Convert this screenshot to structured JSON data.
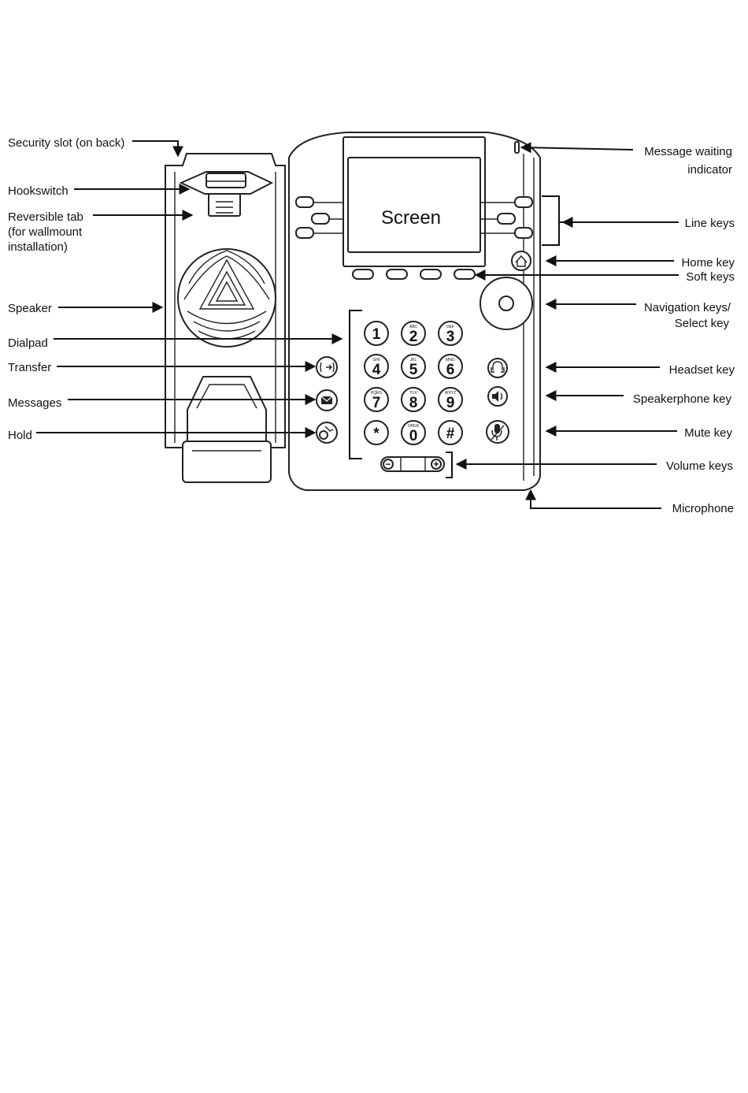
{
  "screen_label": "Screen",
  "labels": {
    "security_slot": "Security slot (on back)",
    "hookswitch": "Hookswitch",
    "reversible_tab_1": "Reversible tab",
    "reversible_tab_2": "(for wallmount",
    "reversible_tab_3": "installation)",
    "speaker": "Speaker",
    "dialpad": "Dialpad",
    "transfer": "Transfer",
    "messages": "Messages",
    "hold": "Hold",
    "message_waiting_1": "Message waiting",
    "message_waiting_2": "indicator",
    "line_keys": "Line keys",
    "home_key": "Home key",
    "soft_keys": "Soft keys",
    "navigation_1": "Navigation keys/",
    "navigation_2": "Select key",
    "headset_key": "Headset key",
    "speakerphone_key": "Speakerphone key",
    "mute_key": "Mute key",
    "volume_keys": "Volume keys",
    "microphone": "Microphone"
  },
  "dialpad": {
    "keys": [
      {
        "num": "1",
        "sub": ""
      },
      {
        "num": "2",
        "sub": "ABC"
      },
      {
        "num": "3",
        "sub": "DEF"
      },
      {
        "num": "4",
        "sub": "GHI"
      },
      {
        "num": "5",
        "sub": "JKL"
      },
      {
        "num": "6",
        "sub": "MNO"
      },
      {
        "num": "7",
        "sub": "PQRS"
      },
      {
        "num": "8",
        "sub": "TUV"
      },
      {
        "num": "9",
        "sub": "WXYZ"
      },
      {
        "num": "*",
        "sub": ""
      },
      {
        "num": "0",
        "sub": "OPER"
      },
      {
        "num": "#",
        "sub": ""
      }
    ]
  },
  "volume": {
    "minus": "−",
    "plus": "+"
  }
}
